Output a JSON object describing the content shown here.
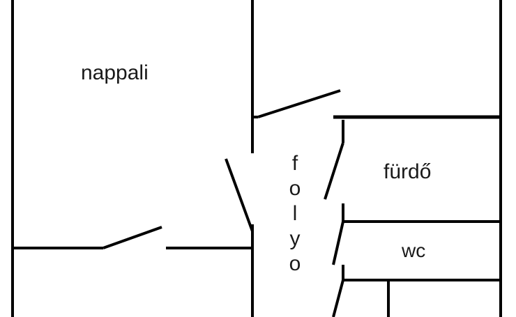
{
  "rooms": {
    "living_room": {
      "label": "nappali"
    },
    "bathroom": {
      "label": "fürdő"
    },
    "toilet": {
      "label": "wc"
    },
    "corridor": {
      "letters": [
        "f",
        "o",
        "l",
        "y",
        "o"
      ]
    }
  },
  "colors": {
    "wall": "#000000",
    "text": "#1a1a1a",
    "background": "#ffffff"
  }
}
